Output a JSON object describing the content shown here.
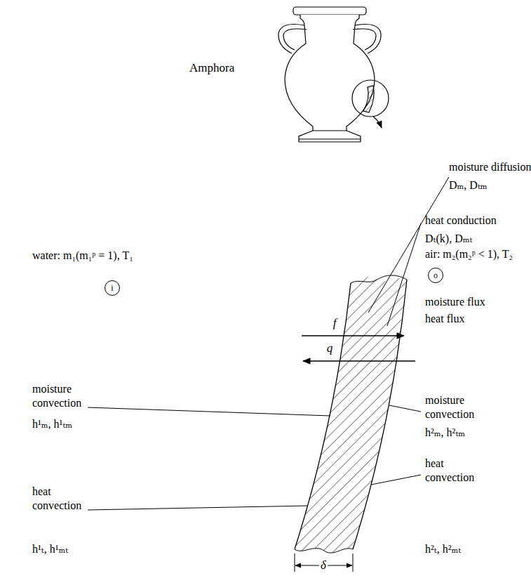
{
  "diagram": {
    "nodes": [
      {
        "text": [
          "i"
        ]
      },
      {
        "text": [
          "o"
        ]
      }
    ],
    "labels": [
      "Amphora",
      "moisture diffusion",
      "Dₘ, Dₜₘ",
      "heat conduction",
      "Dₜ(k), Dₘₜ",
      "water: m₁(m₁ᵖ = 1), T₁",
      "air: m₂(m₂ᵖ < 1), T₂",
      "f",
      "q",
      "moisture flux",
      "heat flux",
      "moisture convection",
      "h¹ₘ, h¹ₜₘ",
      "heat convection",
      "h¹ₜ, h¹ₘₜ",
      "moisture convection",
      "h²ₘ, h²ₜₘ",
      "heat convection",
      "h²ₜ, h²ₘₜ",
      "δ"
    ]
  }
}
